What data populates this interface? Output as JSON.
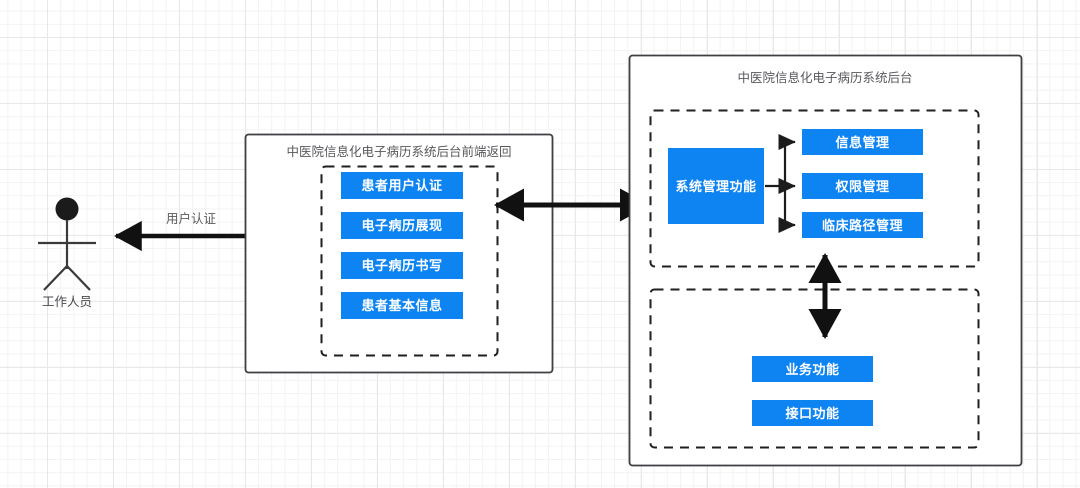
{
  "diagram": {
    "title_color": "#58585c",
    "node_fill": "#0d84f2",
    "node_text_color": "#ffffff",
    "line_color": "#231f20",
    "container_border_color": "#3f3f43",
    "actor": {
      "name": "worker-actor",
      "label": "工作人员"
    },
    "edges": {
      "user_auth_label": "用户认证"
    },
    "frontend_container": {
      "title": "中医院信息化电子病历系统后台前端返回",
      "nodes": [
        {
          "label": "患者用户认证"
        },
        {
          "label": "电子病历展现"
        },
        {
          "label": "电子病历书写"
        },
        {
          "label": "患者基本信息"
        }
      ]
    },
    "backend_container": {
      "title": "中医院信息化电子病历系统后台",
      "admin_group": {
        "root": {
          "label": "系统管理功能"
        },
        "children": [
          {
            "label": "信息管理"
          },
          {
            "label": "权限管理"
          },
          {
            "label": "临床路径管理"
          }
        ]
      },
      "service_group": {
        "nodes": [
          {
            "label": "业务功能"
          },
          {
            "label": "接口功能"
          }
        ]
      }
    }
  }
}
